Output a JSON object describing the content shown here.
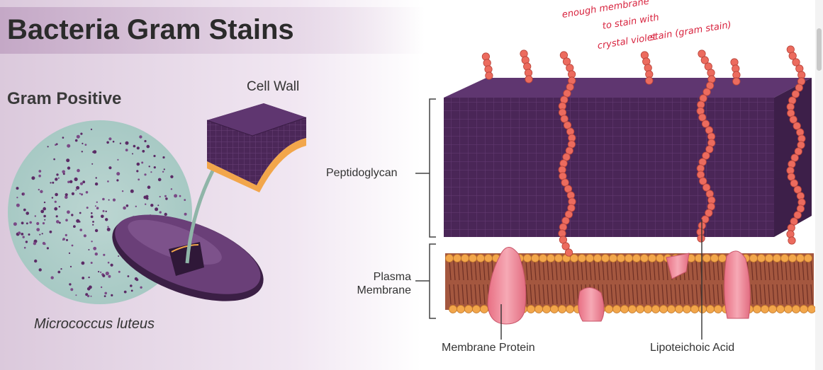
{
  "title": "Bacteria Gram Stains",
  "left_panel": {
    "heading": "Gram Positive",
    "cell_wall_label": "Cell Wall",
    "species_label": "Micrococcus luteus"
  },
  "diagram_labels": {
    "peptidoglycan": "Peptidoglycan",
    "plasma_membrane": "Plasma\nMembrane",
    "membrane_protein": "Membrane Protein",
    "lipoteichoic_acid": "Lipoteichoic Acid"
  },
  "handwritten_note": {
    "line1": "enough membrane",
    "line2": "to stain with",
    "line3": "crystal violet",
    "line4": "stain (gram stain)"
  },
  "colors": {
    "peptidoglycan": "#4b2758",
    "bead": "#ec6b5e",
    "lipid_head": "#f2a64b",
    "membrane_core": "#9a4a3a",
    "protein": "#f08898",
    "bacterium": "#6a3f78",
    "arrow": "#8fb5a8",
    "note": "#d8243f"
  }
}
